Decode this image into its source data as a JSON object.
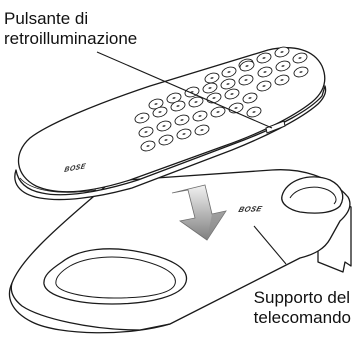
{
  "callouts": {
    "backlight_button": {
      "line1": "Pulsante di",
      "line2": "retroilluminazione"
    },
    "remote_holder": {
      "line1": "Supporto del",
      "line2": "telecomando"
    }
  },
  "logos": {
    "remote_logo": "BOSE",
    "holder_logo": "BOSE"
  },
  "colors": {
    "line": "#1a1a1a",
    "remote_fill": "#ffffff",
    "arrow_light": "#d9d9d9",
    "arrow_dark": "#8c8c8c",
    "logo": "#222222"
  }
}
